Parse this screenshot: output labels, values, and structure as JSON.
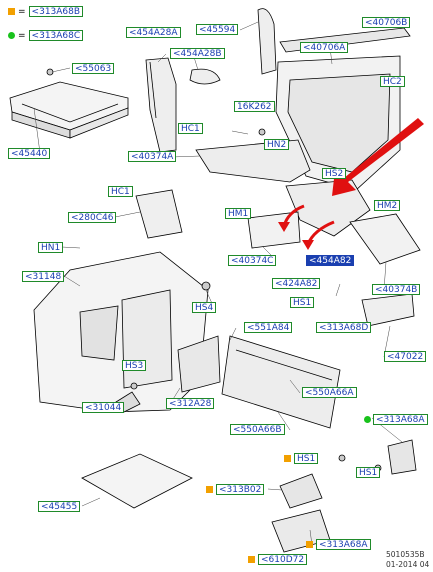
{
  "legend": [
    {
      "symbol": "orange-square",
      "eq": "=",
      "code": "<313A68B"
    },
    {
      "symbol": "green-dot",
      "eq": "=",
      "code": "<313A68C"
    }
  ],
  "labels": {
    "l_55063": "<55063",
    "l_45440": "<45440",
    "l_454A28A": "<454A28A",
    "l_454A28B": "<454A28B",
    "l_45594": "<45594",
    "l_40706B": "<40706B",
    "l_40706A": "<40706A",
    "l_HC2": "HC2",
    "l_16K262": "16K262",
    "l_HC1a": "HC1",
    "l_HN2": "HN2",
    "l_40374A": "<40374A",
    "l_HS2": "HS2",
    "l_HC1b": "HC1",
    "l_280C46": "<280C46",
    "l_HM1": "HM1",
    "l_HM2": "HM2",
    "l_HN1": "HN1",
    "l_40374C": "<40374C",
    "l_454A82": "<454A82",
    "l_31148": "<31148",
    "l_424A82": "<424A82",
    "l_40374B": "<40374B",
    "l_HS1a": "HS1",
    "l_HS4": "HS4",
    "l_551A84": "<551A84",
    "l_313A68D": "<313A68D",
    "l_47022": "<47022",
    "l_HS3": "HS3",
    "l_550A66A": "<550A66A",
    "l_31044": "<31044",
    "l_312A28": "<312A28",
    "l_313A68A_top": "<313A68A",
    "l_550A66B": "<550A66B",
    "l_HS1b": "HS1",
    "l_HS1c": "HS1",
    "l_313B02": "<313B02",
    "l_45455": "<45455",
    "l_313A68A_bot": "<313A68A",
    "l_610D72": "<610D72"
  },
  "footer": {
    "code": "5010535B",
    "date": "01-2014 04"
  },
  "colors": {
    "label_border_blue": "#1a3fb0",
    "label_border_green": "#1f8a2a",
    "orange": "#f2a000",
    "green": "#19c21c",
    "arrow": "#e01010"
  }
}
